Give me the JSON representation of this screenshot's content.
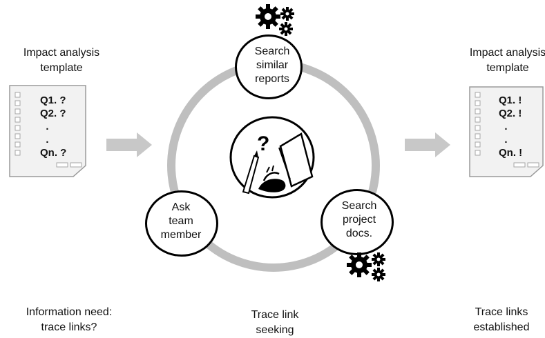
{
  "left_template": {
    "title": "Impact analysis\ntemplate",
    "questions": [
      "Q1. ?",
      "Q2. ?",
      "  .",
      "  .",
      "Qn. ?"
    ]
  },
  "right_template": {
    "title": "Impact analysis\ntemplate",
    "questions": [
      "Q1. !",
      "Q2. !",
      "  .",
      "  .",
      "Qn. !"
    ]
  },
  "cycle": {
    "nodes": {
      "top": "Search\nsimilar\nreports",
      "left": "Ask\nteam\nmember",
      "right": "Search\nproject\ndocs."
    },
    "center_icon": "thinking-person-icon"
  },
  "captions": {
    "left": "Information need:\ntrace links?",
    "center": "Trace link\nseeking",
    "right": "Trace links\nestablished"
  },
  "colors": {
    "ring": "#bfbfbf",
    "arrow": "#c8c8c8",
    "doc_border": "#9a9a9a",
    "doc_fill": "#f2f2f2",
    "gear": "#000000"
  },
  "icons": [
    "gears-icon",
    "document-icon",
    "arrow-right-icon",
    "checkbox-icon"
  ]
}
